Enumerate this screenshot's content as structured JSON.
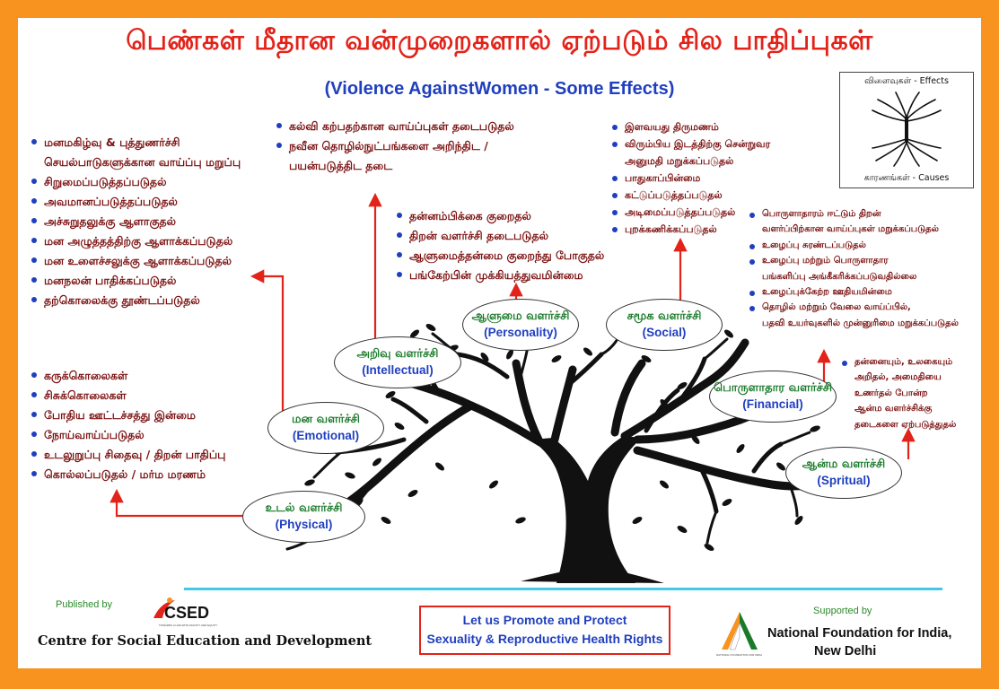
{
  "title": "பெண்கள் மீதான வன்முறைகளால் ஏற்படும் சில பாதிப்புகள்",
  "subtitle": "(Violence AgainstWomen - Some Effects)",
  "colors": {
    "border": "#f7931e",
    "title": "#e2231a",
    "english": "#1f3fbf",
    "tamil_node": "#1a7a2a",
    "list_text": "#7a1010",
    "arrow": "#e2231a",
    "divider": "#42c8e8"
  },
  "legend": {
    "effects": "விளைவுகள் - Effects",
    "causes": "காரணங்கள் - Causes",
    "icon": "tree-roots-icon"
  },
  "nodes": [
    {
      "key": "physical",
      "tamil": "உடல் வளர்ச்சி",
      "english": "(Physical)"
    },
    {
      "key": "emotional",
      "tamil": "மன வளர்ச்சி",
      "english": "(Emotional)"
    },
    {
      "key": "intellectual",
      "tamil": "அறிவு வளர்ச்சி",
      "english": "(Intellectual)"
    },
    {
      "key": "personality",
      "tamil": "ஆளுமை வளர்ச்சி",
      "english": "(Personality)"
    },
    {
      "key": "social",
      "tamil": "சமூக வளர்ச்சி",
      "english": "(Social)"
    },
    {
      "key": "financial",
      "tamil": "பொருளாதார வளர்ச்சி",
      "english": "(Financial)"
    },
    {
      "key": "spiritual",
      "tamil": "ஆன்ம வளர்ச்சி",
      "english": "(Spritual)"
    }
  ],
  "lists": {
    "physical": [
      "கருக்கொலைகள்",
      "சிசுக்கொலைகள்",
      "போதிய ஊட்டச்சத்து இன்மை",
      "நோய்வாய்ப்படுதல்",
      "உடலுறுப்பு சிதைவு / திறன் பாதிப்பு",
      "கொல்லப்படுதல் / மர்ம மரணம்"
    ],
    "emotional": [
      "மனமகிழ்வு & புத்துணர்ச்சி\nசெயல்பாடுகளுக்கான வாய்ப்பு மறுப்பு",
      "சிறுமைப்படுத்தப்படுதல்",
      "அவமானப்படுத்தப்படுதல்",
      "அச்சுறுதலுக்கு ஆளாகுதல்",
      "மன அழுத்தத்திற்கு ஆளாக்கப்படுதல்",
      "மன உளைச்சலுக்கு ஆளாக்கப்படுதல்",
      "மனநலன் பாதிக்கப்படுதல்",
      "தற்கொலைக்கு தூண்டப்படுதல்"
    ],
    "intellectual": [
      "கல்வி கற்பதற்கான வாய்ப்புகள் தடைபடுதல்",
      "நவீன தொழில்நுட்பங்களை அறிந்திட /\nபயன்படுத்திட தடை"
    ],
    "personality": [
      "தன்னம்பிக்கை குறைதல்",
      "திறன் வளர்ச்சி தடைபடுதல்",
      "ஆளுமைத்தன்மை குறைந்து போகுதல்",
      "பங்கேற்பின் முக்கியத்துவமின்மை"
    ],
    "social": [
      "இளவயது திருமணம்",
      "விரும்பிய இடத்திற்கு சென்றுவர\nஅனுமதி மறுக்கப்படுதல்",
      "பாதுகாப்பின்மை",
      "கட்டுப்படுத்தப்படுதல்",
      "அடிமைப்படுத்தப்படுதல்",
      "புறக்கணிக்கப்படுதல்"
    ],
    "financial": [
      "பொருளாதாரம் ஈட்டும் திறன்\nவளர்ப்பிற்கான வாய்ப்புகள் மறுக்கப்படுதல்",
      "உழைப்பு சுரண்டப்படுதல்",
      "உழைப்பு மற்றும் பொருளாதார\nபங்களிப்பு அங்கீகரிக்கப்படுவதில்லை",
      "உழைப்புக்கேற்ற ஊதியமின்மை",
      "தொழில் மற்றும் வேலை வாய்ப்பில்,\nபதவி உயர்வுகளில் முன்னுரிமை மறுக்கப்படுதல்"
    ],
    "spiritual": [
      "தன்னையும், உலகையும்\nஅறிதல், அமைதியை\nஉணர்தல் போன்ற\nஆன்ம வளர்ச்சிக்கு\nதடைகளை ஏற்படுத்துதல்"
    ]
  },
  "footer": {
    "published_by": "Published by",
    "csed_logo_text": "CSED",
    "csed_tagline": "TOWARDS A LIFE WITH DIGNITY AND EQUITY",
    "csed_name": "Centre for Social Education and Development",
    "promo_line1": "Let us Promote and Protect",
    "promo_line2": "Sexuality & Reproductive Health Rights",
    "supported_by": "Supported by",
    "nfi_line1": "National Foundation for India,",
    "nfi_line2": "New Delhi",
    "nfi_logo_caption": "NATIONAL FOUNDATION FOR INDIA"
  }
}
